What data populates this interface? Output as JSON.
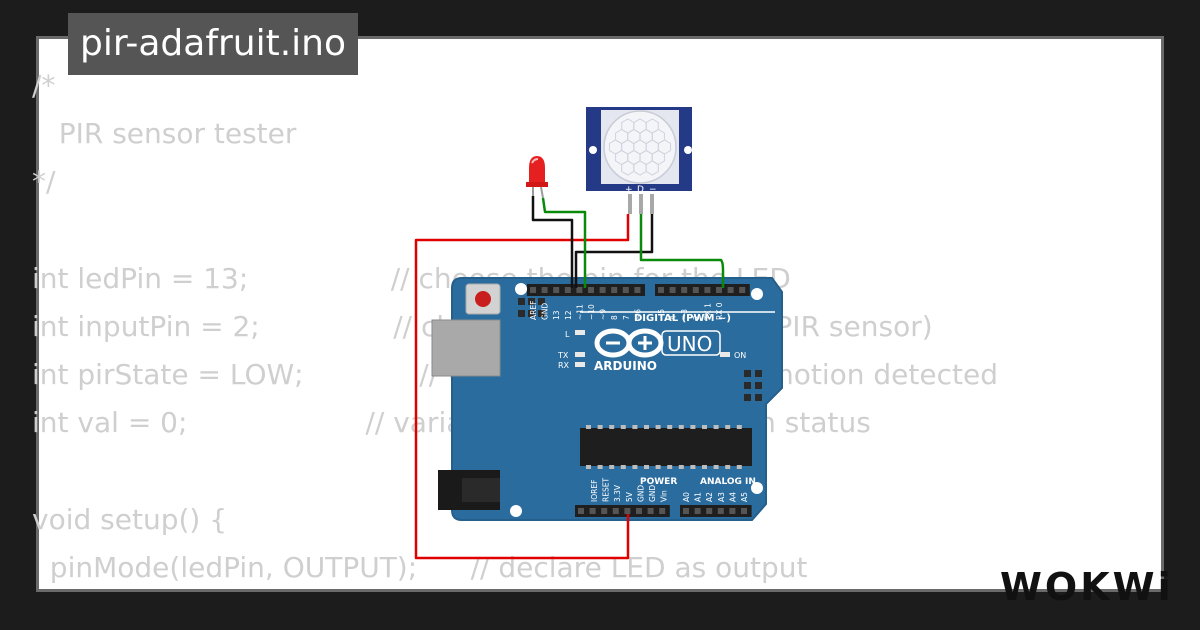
{
  "page": {
    "title": "pir-adafruit.ino",
    "background_color": "#1c1c1c",
    "card_color": "#ffffff"
  },
  "code_lines": [
    "/*",
    "   PIR sensor tester",
    "*/",
    "",
    "int ledPin = 13;                // choose the pin for the LED",
    "int inputPin = 2;               // choose the input pin (for PIR sensor)",
    "int pirState = LOW;             // we start, assuming no motion detected",
    "int val = 0;                    // variable for reading the pin status",
    "",
    "void setup() {",
    "  pinMode(ledPin, OUTPUT);      // declare LED as output"
  ],
  "circuit": {
    "pir_pins": [
      "+",
      "D",
      "−"
    ],
    "arduino": {
      "model": "UNO",
      "brand": "ARDUINO",
      "digital_label": "DIGITAL (PWM ~)",
      "power_label": "POWER",
      "analog_label": "ANALOG IN",
      "top_header_labels": [
        "AREF",
        "GND",
        "13",
        "12",
        "~11",
        "~10",
        "~9",
        "8",
        "7",
        "~6",
        "~5",
        "4",
        "~3",
        "2",
        "TX 1",
        "RX 0"
      ],
      "power_pin_labels": [
        "IOREF",
        "RESET",
        "3.3V",
        "5V",
        "GND",
        "GND",
        "Vin"
      ],
      "analog_pin_labels": [
        "A0",
        "A1",
        "A2",
        "A3",
        "A4",
        "A5"
      ],
      "led_labels": [
        "L",
        "TX",
        "RX",
        "ON"
      ]
    },
    "wire_colors": {
      "power": "#e00000",
      "ground": "#111111",
      "signal": "#0a8a0a"
    },
    "board_color": "#2b6c9f",
    "led_color": "#e62020"
  },
  "logo": {
    "text": "WOKWi",
    "color": "#111111"
  }
}
